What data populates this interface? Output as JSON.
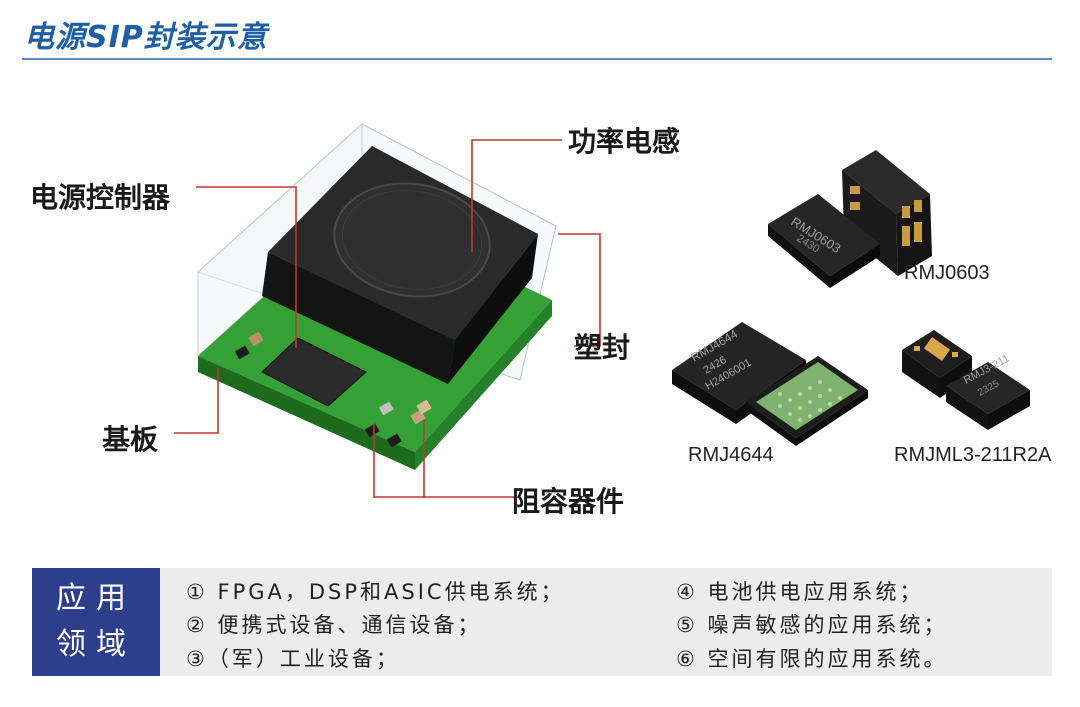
{
  "title": "电源SIP封装示意",
  "callouts": {
    "inductor": "功率电感",
    "controller": "电源控制器",
    "molding": "塑封",
    "substrate": "基板",
    "passives": "阻容器件"
  },
  "parts": {
    "rmj0603": {
      "label": "RMJ0603",
      "marking_1": "RMJ0603",
      "marking_2": "2430"
    },
    "rmj4644": {
      "label": "RMJ4644",
      "marking_1": "RMJ4644",
      "marking_2": "2426",
      "marking_3": "H2406001"
    },
    "rmjml3": {
      "label": "RMJML3-211R2A",
      "marking_1": "RMJ3-211",
      "marking_2": "2325"
    }
  },
  "applications": {
    "heading_line1": "应用",
    "heading_line2": "领域",
    "items": [
      "① FPGA，DSP和ASIC供电系统；",
      "② 便携式设备、通信设备；",
      "③（军）工业设备；",
      "④ 电池供电应用系统；",
      "⑤ 噪声敏感的应用系统；",
      "⑥ 空间有限的应用系统。"
    ]
  },
  "colors": {
    "title": "#1f5fa3",
    "rule": "#5b8fc4",
    "callout_line": "#c0392b",
    "pcb": "#2d8a2d",
    "chip": "#1c1c1c",
    "apps_heading_bg": "#2c3e8c",
    "apps_bg": "#ececec"
  }
}
